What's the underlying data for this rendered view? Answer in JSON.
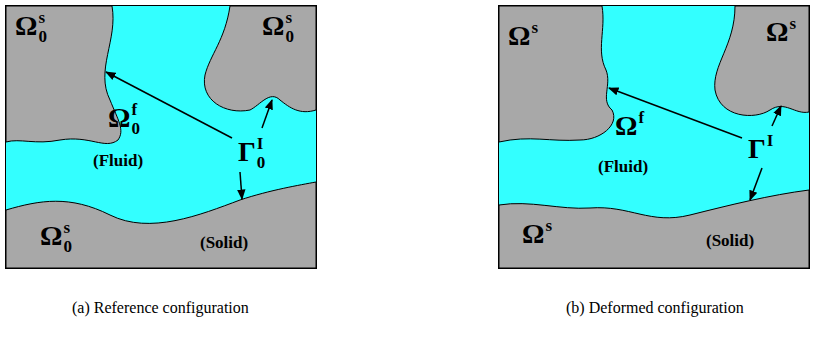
{
  "diagram": {
    "labels": [
      "Ω",
      "s",
      "0",
      "Ω",
      "s",
      "0",
      "Ω",
      "f",
      "0",
      "(Fluid)",
      "Γ",
      "I",
      "0",
      "Ω",
      "s",
      "0",
      "(Solid)",
      "(a) Reference configuration",
      "Ω",
      "s",
      "Ω",
      "s",
      "Ω",
      "f",
      "(Fluid)",
      "Γ",
      "I",
      "Ω",
      "s",
      "(Solid)",
      "(b) Deformed configuration"
    ]
  }
}
